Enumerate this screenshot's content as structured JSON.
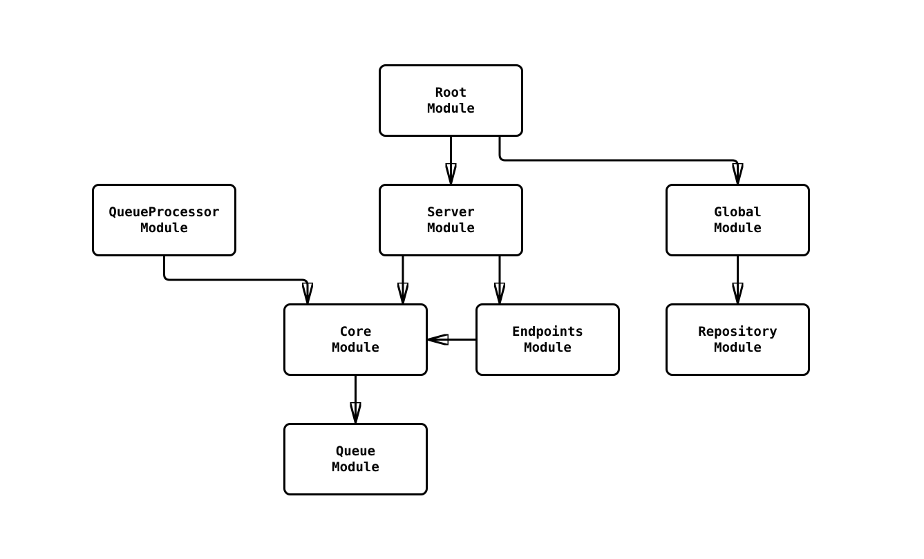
{
  "diagram": {
    "type": "module-dependency-graph",
    "background_color": "#ffffff",
    "stroke_color": "#000000",
    "node_fill_color": "#ffffff",
    "nodes": {
      "root": {
        "line1": "Root",
        "line2": "Module"
      },
      "queueprocessor": {
        "line1": "QueueProcessor",
        "line2": "Module"
      },
      "server": {
        "line1": "Server",
        "line2": "Module"
      },
      "global": {
        "line1": "Global",
        "line2": "Module"
      },
      "core": {
        "line1": "Core",
        "line2": "Module"
      },
      "endpoints": {
        "line1": "Endpoints",
        "line2": "Module"
      },
      "repository": {
        "line1": "Repository",
        "line2": "Module"
      },
      "queue": {
        "line1": "Queue",
        "line2": "Module"
      }
    },
    "edges": [
      {
        "from": "Root Module",
        "to": "Server Module"
      },
      {
        "from": "Root Module",
        "to": "Global Module"
      },
      {
        "from": "QueueProcessor Module",
        "to": "Core Module"
      },
      {
        "from": "Server Module",
        "to": "Core Module"
      },
      {
        "from": "Server Module",
        "to": "Endpoints Module"
      },
      {
        "from": "Endpoints Module",
        "to": "Core Module"
      },
      {
        "from": "Global Module",
        "to": "Repository Module"
      },
      {
        "from": "Core Module",
        "to": "Queue Module"
      }
    ]
  }
}
